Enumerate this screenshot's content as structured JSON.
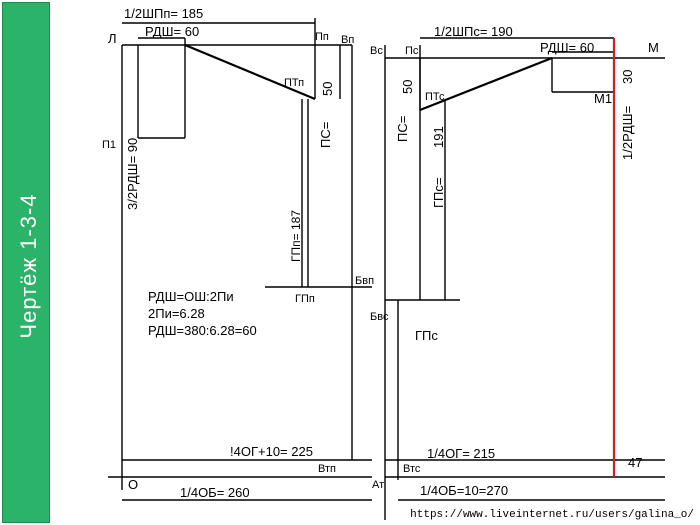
{
  "sidebar": {
    "title": "Чертёж 1-3-4"
  },
  "left": {
    "shp_p": "1/2ШПп= 185",
    "pt_L": "Л",
    "pt_Pp": "Пп",
    "pt_Vp": "Вп",
    "rdsh": "РДШ= 60",
    "pt_PTp": "ПТп",
    "v50": "50",
    "ps": "ПС=",
    "pt_P1": "П1",
    "three_half_rdsh": "3/2РДШ= 90",
    "gpp_len": "ГПп=   187",
    "pt_Bvp": "Бвп",
    "pt_GPp": "ГПп",
    "formula1": "РДШ=ОШ:2Пи",
    "formula2": "2Пи=6.28",
    "formula3": "РДШ=380:6.28=60",
    "og": "!4ОГ+10= 225",
    "pt_Vtp": "Втп",
    "pt_O": "О",
    "ob": "1/4ОБ= 260",
    "pt_At": "Ат"
  },
  "right": {
    "pt_Vs": "Вс",
    "pt_Ps": "Пс",
    "shp_s": "1/2ШПс= 190",
    "rdsh": "РДШ= 60",
    "pt_M": "М",
    "v50": "50",
    "ps": "ПС=",
    "pt_PTs": "ПТс",
    "v191": "191",
    "v30": "30",
    "pt_M1": "М1",
    "half_rdsh": "1/2РДШ=",
    "gps_eq": "ГПс=",
    "pt_Bvs": "Бвс",
    "pt_GPs": "ГПс",
    "og": "1/4ОГ=  215",
    "pt_Vts": "Втс",
    "v47": "47",
    "ob": "1/4ОБ=10=270"
  },
  "footer": {
    "url": "https://www.liveinternet.ru/users/galina_o/"
  },
  "colors": {
    "sidebar": "#2bb36a",
    "accent_line": "#cc2222"
  }
}
